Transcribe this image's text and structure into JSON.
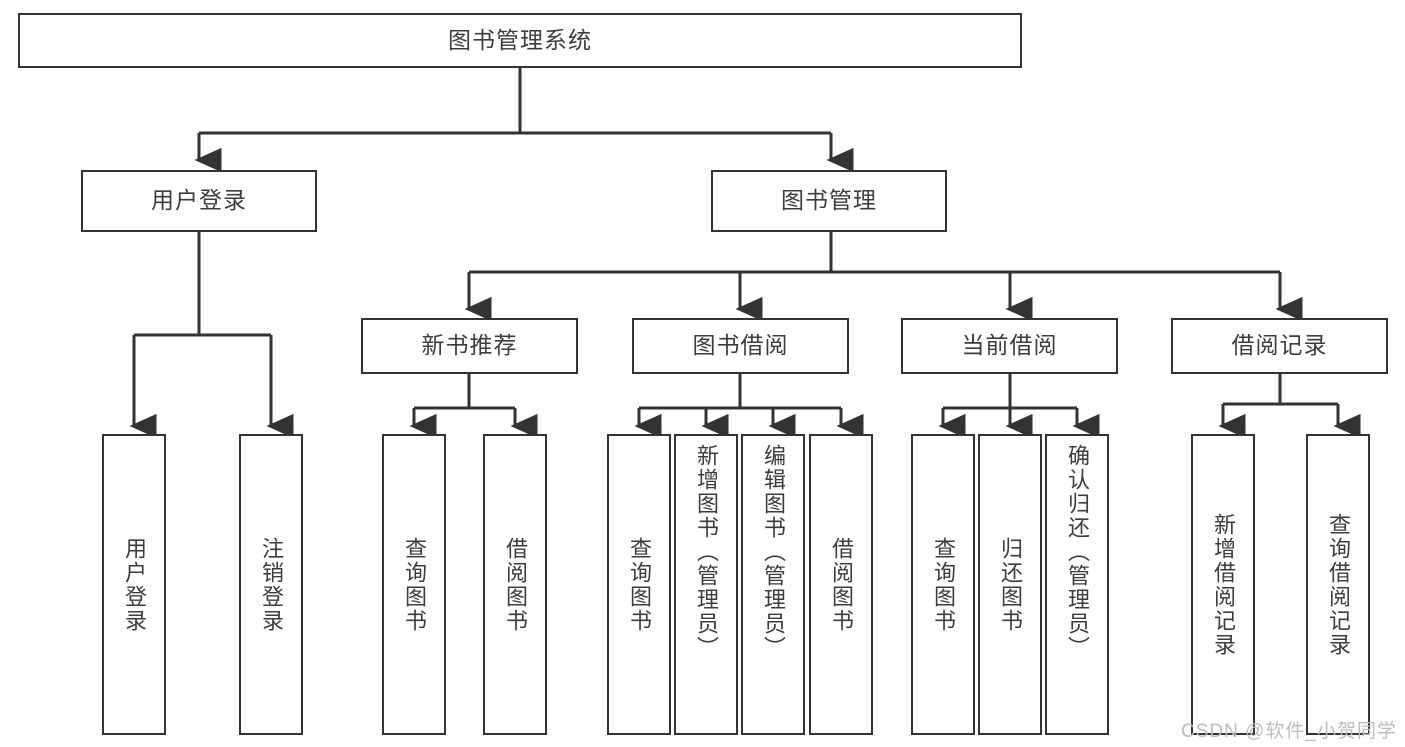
{
  "diagram": {
    "title": "图书管理系统",
    "type": "tree-hierarchy-diagram",
    "colors": {
      "stroke": "#333333",
      "fill": "#ffffff",
      "text": "#3d3d3d",
      "watermark": "#bdbdbd"
    },
    "root": {
      "label": "图书管理系统"
    },
    "level2": [
      {
        "label": "用户登录"
      },
      {
        "label": "图书管理"
      }
    ],
    "level3": [
      {
        "label": "新书推荐"
      },
      {
        "label": "图书借阅"
      },
      {
        "label": "当前借阅"
      },
      {
        "label": "借阅记录"
      }
    ],
    "leaves": {
      "user_login": [
        {
          "label": "用户登录"
        },
        {
          "label": "注销登录"
        }
      ],
      "new_book": [
        {
          "label": "查询图书"
        },
        {
          "label": "借阅图书"
        }
      ],
      "book_borrow": [
        {
          "label": "查询图书"
        },
        {
          "label": "新增图书（管理员）"
        },
        {
          "label": "编辑图书（管理员）"
        },
        {
          "label": "借阅图书"
        }
      ],
      "current_borrow": [
        {
          "label": "查询图书"
        },
        {
          "label": "归还图书"
        },
        {
          "label": "确认归还（管理员）"
        }
      ],
      "borrow_record": [
        {
          "label": "新增借阅记录"
        },
        {
          "label": "查询借阅记录"
        }
      ]
    }
  },
  "watermark": {
    "text": "CSDN @软件_小贺同学"
  }
}
